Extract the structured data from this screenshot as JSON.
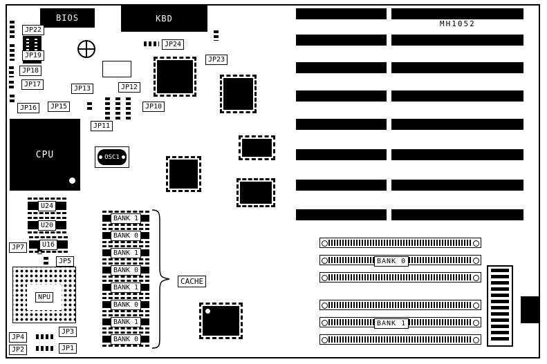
{
  "diagram": {
    "model": "MH1052",
    "chips": {
      "bios": "BIOS",
      "kbd": "KBD",
      "cpu": "CPU",
      "osc1": "OSC1",
      "npu": "NPU",
      "u24": "U24",
      "u20": "U20",
      "u16": "U16"
    },
    "jumpers": {
      "jp1": "JP1",
      "jp2": "JP2",
      "jp3": "JP3",
      "jp4": "JP4",
      "jp5": "JP5",
      "jp7": "JP7",
      "jp10": "JP10",
      "jp11": "JP11",
      "jp12": "JP12",
      "jp13": "JP13",
      "jp15": "JP15",
      "jp16": "JP16",
      "jp17": "JP17",
      "jp18": "JP18",
      "jp19": "JP19",
      "jp22": "JP22",
      "jp23": "JP23",
      "jp24": "JP24"
    },
    "cache": {
      "label": "CACHE",
      "banks": [
        "BANK 1",
        "BANK 0",
        "BANK 1",
        "BANK 0",
        "BANK 1",
        "BANK 0",
        "BANK 1",
        "BANK 0"
      ]
    },
    "memory": {
      "bank0": "BANK 0",
      "bank1": "BANK 1"
    },
    "colors": {
      "ink": "#000000",
      "paper": "#ffffff"
    }
  }
}
